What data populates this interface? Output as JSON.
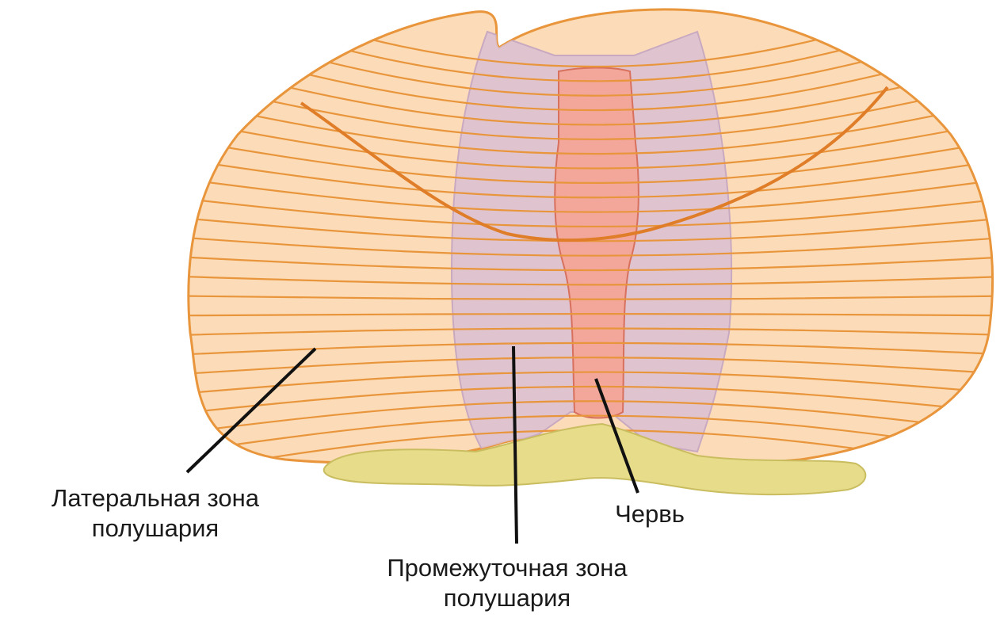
{
  "labels": {
    "lateral_line1": "Латеральная зона",
    "lateral_line2": "полушария",
    "vermis": "Червь",
    "intermediate_line1": "Промежуточная зона",
    "intermediate_line2": "полушария"
  },
  "colors": {
    "hemisphere_fill": "#fcdcb8",
    "fold_line": "#e8953c",
    "intermediate_fill": "#d9bfd2",
    "vermis_fill": "#f2a79a",
    "peduncle_fill": "#e6dc8a",
    "pointer_line": "#111111"
  }
}
